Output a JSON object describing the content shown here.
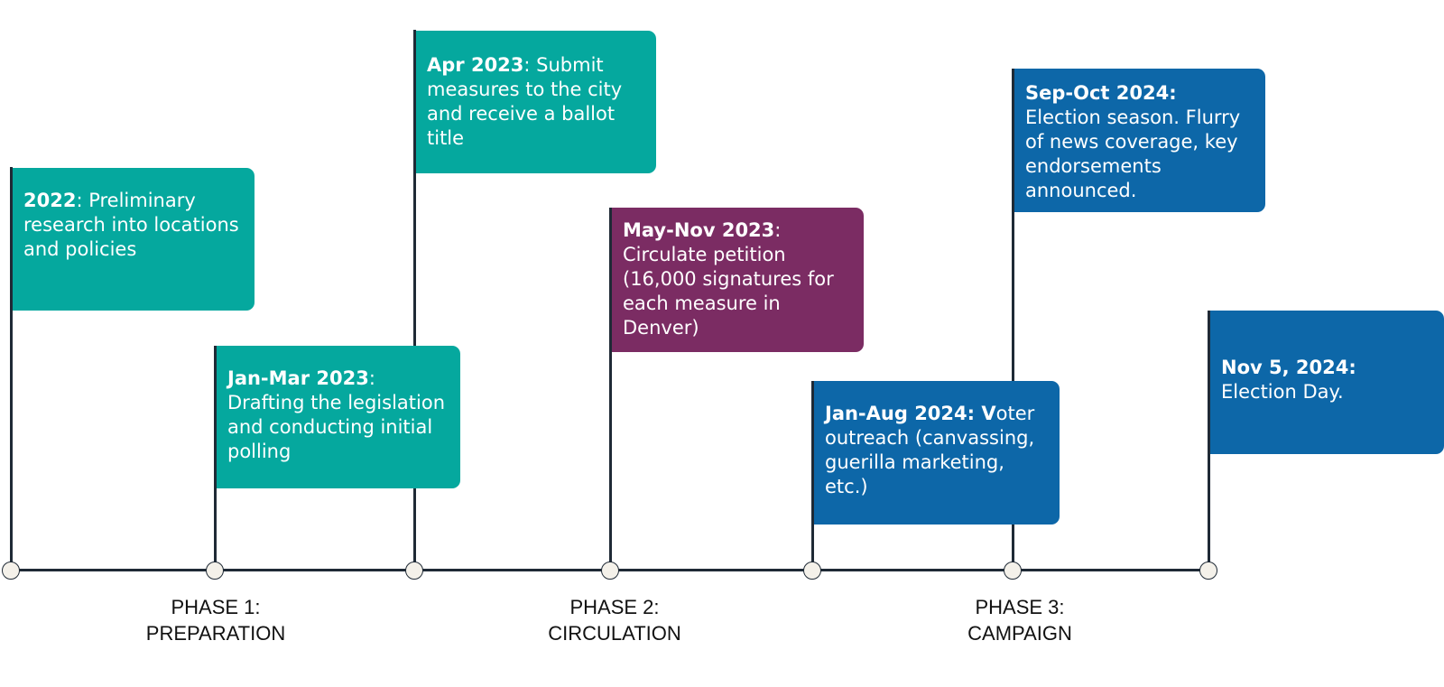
{
  "milestones": [
    {
      "when": "2022",
      "sep": ":",
      "text": " Preliminary research into locations and policies",
      "color": "#05a89e"
    },
    {
      "when": "Jan-Mar 2023",
      "sep": ":",
      "text": " Drafting the legislation and conducting initial polling",
      "color": "#05a89e"
    },
    {
      "when": "Apr 2023",
      "sep": ":",
      "text": " Submit measures to the city and receive a ballot title",
      "color": "#05a89e"
    },
    {
      "when": "May-Nov 2023",
      "sep": ":",
      "text": " Circulate petition (16,000 signatures for each measure in Denver)",
      "color": "#7b2c63"
    },
    {
      "when": "Jan-Aug 2024: V",
      "sep": "",
      "text": "oter outreach (canvassing, guerilla marketing, etc.)",
      "color": "#0d67a8"
    },
    {
      "when": "Sep-Oct 2024:",
      "sep": "",
      "text": " Election season. Flurry of news coverage, key endorsements announced.",
      "color": "#0d67a8"
    },
    {
      "when": "Nov 5, 2024:",
      "sep": "",
      "text": " Election Day.",
      "color": "#0d67a8"
    }
  ],
  "phases": [
    {
      "line1": "PHASE 1:",
      "line2": "PREPARATION"
    },
    {
      "line1": "PHASE 2:",
      "line2": "CIRCULATION"
    },
    {
      "line1": "PHASE 3:",
      "line2": "CAMPAIGN"
    }
  ]
}
